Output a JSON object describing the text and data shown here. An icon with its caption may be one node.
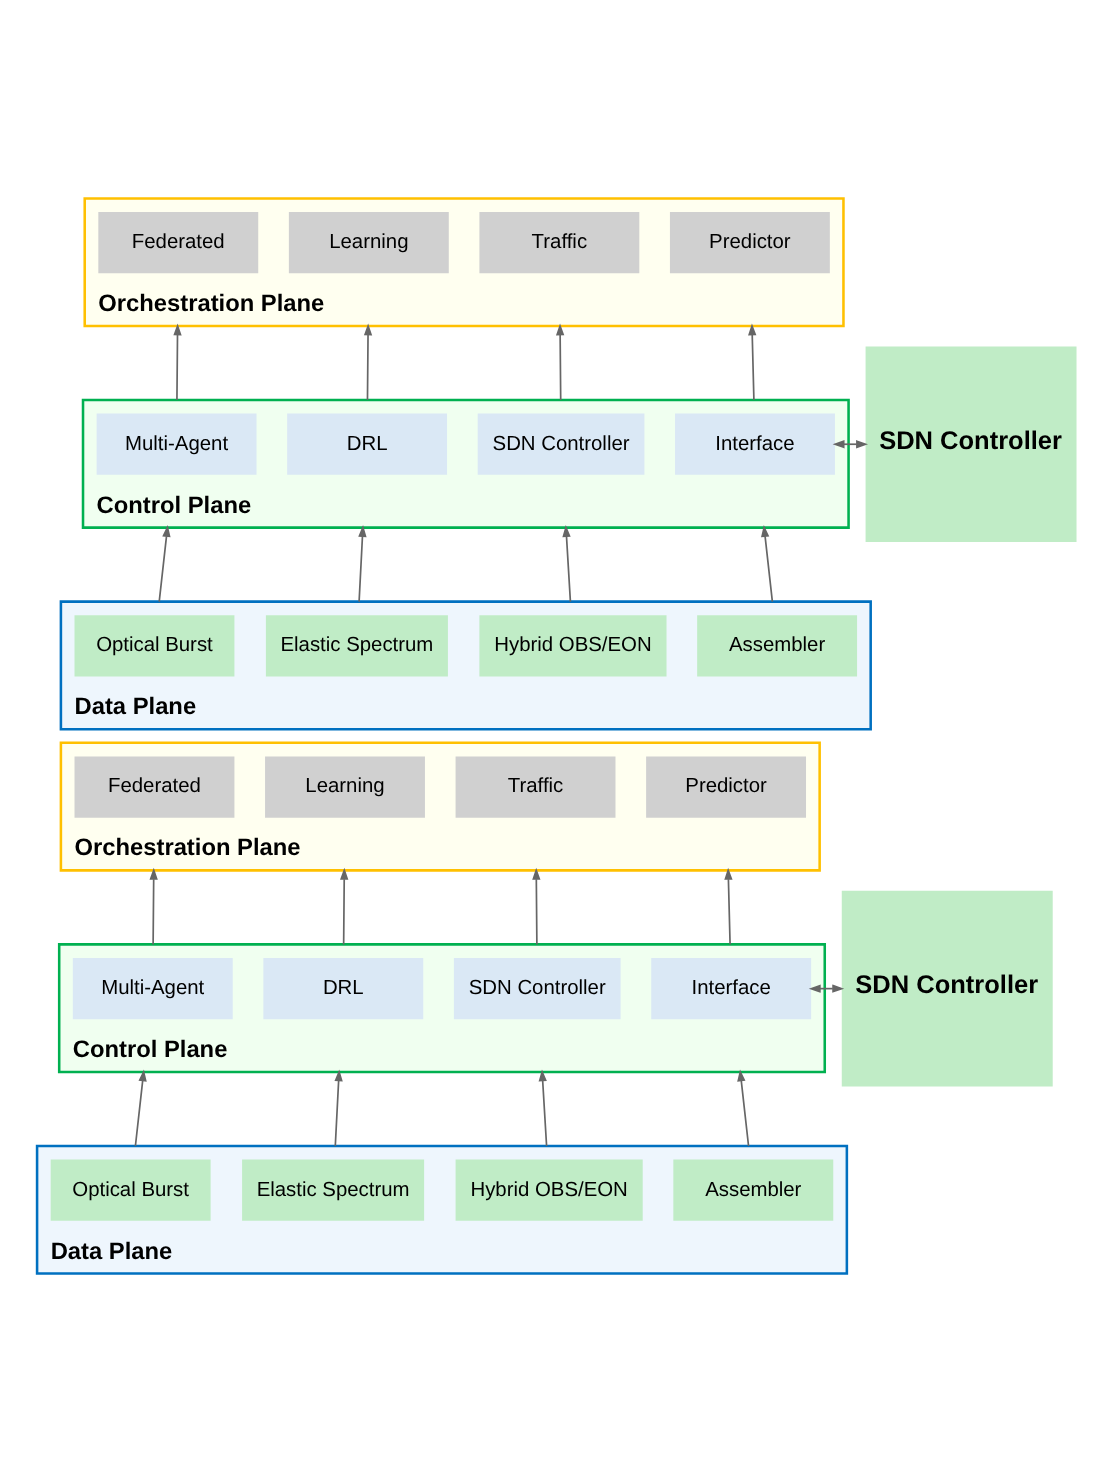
{
  "diagram": {
    "nodes": [
      {
        "text": [
          "Orchestration Plane"
        ]
      },
      {
        "text": [
          "Federated"
        ],
        "in": 0
      },
      {
        "text": [
          "Learning"
        ],
        "in": 0
      },
      {
        "text": [
          "Traffic"
        ],
        "in": 0
      },
      {
        "text": [
          "Predictor"
        ],
        "in": 0
      },
      {
        "text": [
          "Control Plane"
        ]
      },
      {
        "text": [
          "Multi-Agent"
        ],
        "in": 5
      },
      {
        "text": [
          "DRL"
        ],
        "in": 5
      },
      {
        "text": [
          "SDN Controller"
        ],
        "in": 5
      },
      {
        "text": [
          "Interface"
        ],
        "in": 5
      },
      {
        "text": [
          "SDN Controller"
        ]
      },
      {
        "text": [
          "Data Plane"
        ]
      },
      {
        "text": [
          "Optical Burst"
        ],
        "in": 11
      },
      {
        "text": [
          "Elastic Spectrum"
        ],
        "in": 11
      },
      {
        "text": [
          "Hybrid OBS/EON"
        ],
        "in": 11
      },
      {
        "text": [
          "Assembler"
        ],
        "in": 11
      },
      {
        "text": [
          "Orchestration Plane"
        ]
      },
      {
        "text": [
          "Federated"
        ],
        "in": 16
      },
      {
        "text": [
          "Learning"
        ],
        "in": 16
      },
      {
        "text": [
          "Traffic"
        ],
        "in": 16
      },
      {
        "text": [
          "Predictor"
        ],
        "in": 16
      },
      {
        "text": [
          "Control Plane"
        ]
      },
      {
        "text": [
          "Multi-Agent"
        ],
        "in": 21
      },
      {
        "text": [
          "DRL"
        ],
        "in": 21
      },
      {
        "text": [
          "SDN Controller"
        ],
        "in": 21
      },
      {
        "text": [
          "Interface"
        ],
        "in": 21
      },
      {
        "text": [
          "SDN Controller"
        ]
      },
      {
        "text": [
          "Data Plane"
        ]
      },
      {
        "text": [
          "Optical Burst"
        ],
        "in": 27
      },
      {
        "text": [
          "Elastic Spectrum"
        ],
        "in": 27
      },
      {
        "text": [
          "Hybrid OBS/EON"
        ],
        "in": 27
      },
      {
        "text": [
          "Assembler"
        ],
        "in": 27
      }
    ],
    "edges": [
      {
        "from": 6,
        "to": 1,
        "arrow": "to"
      },
      {
        "from": 7,
        "to": 2,
        "arrow": "to"
      },
      {
        "from": 8,
        "to": 3,
        "arrow": "to"
      },
      {
        "from": 9,
        "to": 4,
        "arrow": "to"
      },
      {
        "from": 9,
        "to": 10,
        "arrow": "both"
      },
      {
        "from": 12,
        "to": 6,
        "arrow": "to"
      },
      {
        "from": 13,
        "to": 7,
        "arrow": "to"
      },
      {
        "from": 14,
        "to": 8,
        "arrow": "to"
      },
      {
        "from": 15,
        "to": 9,
        "arrow": "to"
      },
      {
        "from": 22,
        "to": 17,
        "arrow": "to"
      },
      {
        "from": 23,
        "to": 18,
        "arrow": "to"
      },
      {
        "from": 24,
        "to": 19,
        "arrow": "to"
      },
      {
        "from": 25,
        "to": 20,
        "arrow": "to"
      },
      {
        "from": 25,
        "to": 26,
        "arrow": "both"
      },
      {
        "from": 28,
        "to": 22,
        "arrow": "to"
      },
      {
        "from": 29,
        "to": 23,
        "arrow": "to"
      },
      {
        "from": 30,
        "to": 24,
        "arrow": "to"
      },
      {
        "from": 31,
        "to": 25,
        "arrow": "to"
      }
    ]
  }
}
